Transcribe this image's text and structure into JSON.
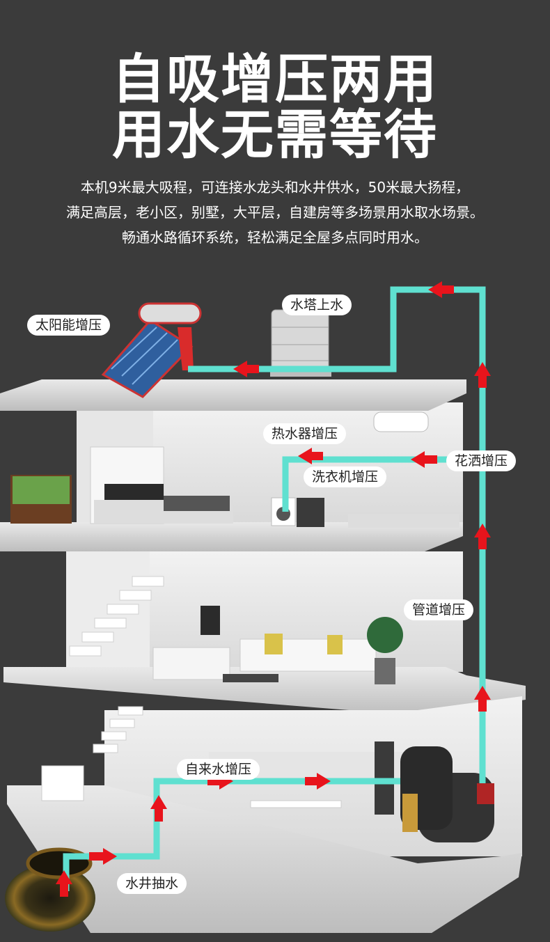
{
  "headline": {
    "line1": "自吸增压两用",
    "line2": "用水无需等待"
  },
  "description": {
    "line1": "本机9米最大吸程，可连接水龙头和水井供水，50米最大扬程，",
    "line2": "满足高层，老小区，别墅，大平层，自建房等多场景用水取水场景。",
    "line3": "畅通水路循环系统，轻松满足全屋多点同时用水。"
  },
  "labels": {
    "water_tower": "水塔上水",
    "solar": "太阳能增压",
    "water_heater": "热水器增压",
    "shower": "花洒增压",
    "washer": "洗衣机增压",
    "pipe": "管道增压",
    "tap_water": "自来水增压",
    "well": "水井抽水"
  },
  "colors": {
    "pipe": "#5fe0d0",
    "arrow": "#e8141c",
    "background": "#3b3b3b"
  }
}
